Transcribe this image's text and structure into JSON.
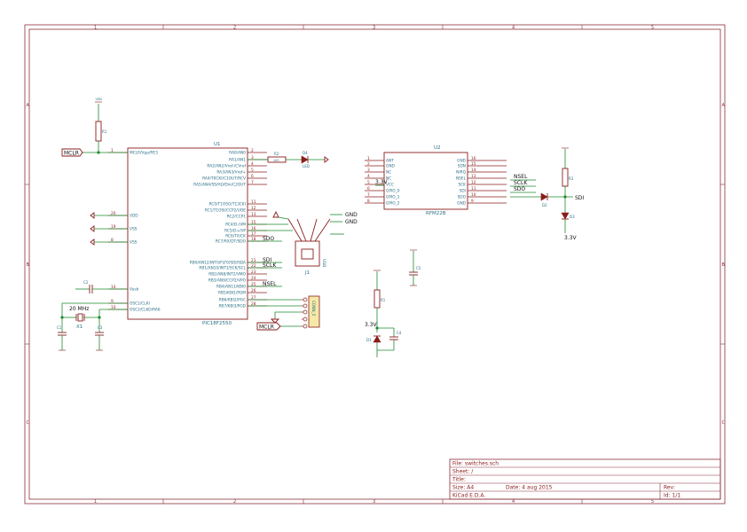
{
  "frame": {
    "columns": [
      "1",
      "2",
      "3",
      "4",
      "5"
    ],
    "rows": [
      "A",
      "B",
      "C"
    ]
  },
  "pic": {
    "ref": "U1",
    "value": "PIC18F2550",
    "left_pins": [
      {
        "num": "1",
        "name": "MCLR/Vpp/RE3"
      },
      {
        "num": "20",
        "name": "VDD"
      },
      {
        "num": "19",
        "name": "VSS"
      },
      {
        "num": "8",
        "name": "VSS"
      },
      {
        "num": "14",
        "name": "Vusb"
      },
      {
        "num": "9",
        "name": "OSC1/CLKI"
      },
      {
        "num": "10",
        "name": "OSC2/CLKO/RA6"
      }
    ],
    "right_pins": [
      {
        "num": "2",
        "name": "RA0/AN0"
      },
      {
        "num": "3",
        "name": "RA1/AN1"
      },
      {
        "num": "4",
        "name": "RA2/AN2/Vref-/CVref"
      },
      {
        "num": "5",
        "name": "RA3/AN3/Vref+"
      },
      {
        "num": "6",
        "name": "RA4/T0CKI/C1OUT/RCV"
      },
      {
        "num": "7",
        "name": "RA5/AN4/SS/HLVDin/C2OUT"
      },
      {
        "num": "11",
        "name": "RC0/T1OSO/T13CKI"
      },
      {
        "num": "12",
        "name": "RC1/T1OSI/CCP2/UOE"
      },
      {
        "num": "13",
        "name": "RC2/CCP1"
      },
      {
        "num": "15",
        "name": "RC4/D-/VM"
      },
      {
        "num": "16",
        "name": "RC5/D+/VP"
      },
      {
        "num": "17",
        "name": "RC6/TX/CK"
      },
      {
        "num": "18",
        "name": "RC7/RX/DT/SDO"
      },
      {
        "num": "21",
        "name": "RB0/AN12/INT0/FLT0/SDI/SDA"
      },
      {
        "num": "22",
        "name": "RB1/AN10/INT1/SCK/SCL"
      },
      {
        "num": "23",
        "name": "RB2/AN8/INT2/VMO"
      },
      {
        "num": "24",
        "name": "RB3/AN9/CCP2/VPO"
      },
      {
        "num": "25",
        "name": "RB4/AN11/KBI0"
      },
      {
        "num": "26",
        "name": "RB5/KBI1/PGM"
      },
      {
        "num": "27",
        "name": "RB6/KBI2/PGC"
      },
      {
        "num": "28",
        "name": "RB7/KBI3/PGD"
      }
    ]
  },
  "rfm": {
    "ref": "U2",
    "value": "RFM22B",
    "left_pins": [
      {
        "num": "1",
        "name": "ANT"
      },
      {
        "num": "2",
        "name": "GND"
      },
      {
        "num": "3",
        "name": "NC"
      },
      {
        "num": "4",
        "name": "NC"
      },
      {
        "num": "5",
        "name": "VCC"
      },
      {
        "num": "6",
        "name": "GPIO_0"
      },
      {
        "num": "7",
        "name": "GPIO_1"
      },
      {
        "num": "8",
        "name": "GPIO_2"
      }
    ],
    "right_pins": [
      {
        "num": "16",
        "name": "GND"
      },
      {
        "num": "15",
        "name": "SDN"
      },
      {
        "num": "14",
        "name": "NIRQ"
      },
      {
        "num": "13",
        "name": "NSEL"
      },
      {
        "num": "12",
        "name": "SCK"
      },
      {
        "num": "11",
        "name": "SDI"
      },
      {
        "num": "10",
        "name": "SDO"
      },
      {
        "num": "9",
        "name": "GND"
      }
    ]
  },
  "labels": {
    "mclr1": "MCLR",
    "mclr2": "MCLR",
    "sdo": "SDO",
    "sdi": "SDI",
    "sclk": "SCLK",
    "nsel": "NSEL",
    "sdi_right": "SDI",
    "nsel_r": "NSEL",
    "sclk_r": "SCLK",
    "sdo_r": "SDO",
    "v33_rfm": "3.3V",
    "v33_r": "3.3V",
    "v33_d": "3.3V",
    "gnd1": "GND",
    "gnd2": "GND",
    "crystal": "20 MHz",
    "x1": "X1",
    "j1": "J1",
    "usb": "USB",
    "p1": "CONN_5",
    "r1": "R1",
    "r2": "R2",
    "r3": "R3",
    "d1": "D1",
    "d2": "D2",
    "d3": "D3",
    "d4": "D4",
    "led": "LED",
    "c1": "C1",
    "c2": "C2",
    "c3": "C3",
    "c4": "C4",
    "c5": "C5",
    "r_val": "10k",
    "r2_val": "100"
  },
  "title_block": {
    "file": "File: switches.sch",
    "sheet": "Sheet: /",
    "title": "Title:",
    "size": "Size: A4",
    "date": "Date: 4 aug 2015",
    "rev": "Rev:",
    "tool": "KiCad E.D.A.",
    "id": "Id: 1/1"
  }
}
